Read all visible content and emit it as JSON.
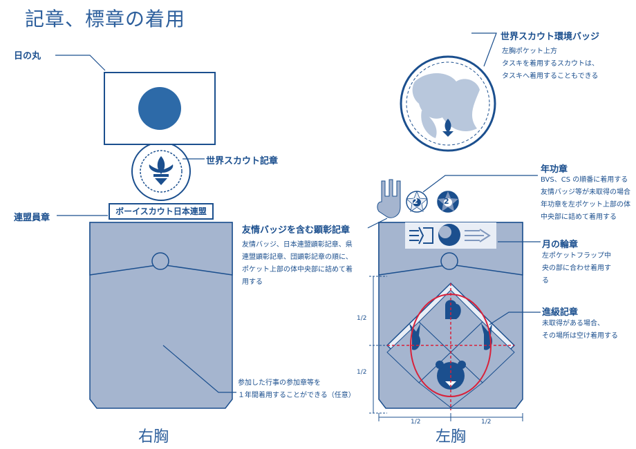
{
  "title": "記章、標章の着用",
  "labels": {
    "hinomaru": "日の丸",
    "world_scout": "世界スカウト記章",
    "federation": "連盟員章",
    "env_badge": "世界スカウト環境バッジ",
    "annual": "年功章",
    "friendship": "友情バッジを含む顕彰記章",
    "moon": "月の輪章",
    "rank": "進級記章"
  },
  "nameplate": "ボーイスカウト日本連盟",
  "descriptions": {
    "env": [
      "左胸ポケット上方",
      "タスキを着用するスカウトは、",
      "タスキへ着用することもできる"
    ],
    "annual": [
      "BVS、CS の順番に着用する",
      "友情バッジ等が未取得の場合",
      "年功章を左ポケット上部の体",
      "中央部に詰めて着用する"
    ],
    "friendship": [
      "友情バッジ、日本連盟顕彰記章、県",
      "連盟顕彰記章、団顕彰記章の順に、",
      "ポケット上部の体中央部に詰めて着",
      "用する"
    ],
    "moon": [
      "左ポケットフラップ中",
      "央の部に合わせ着用す",
      "る"
    ],
    "rank": [
      "未取得がある場合、",
      "その場所は空け着用する"
    ],
    "participation": [
      "参加した行事の参加章等を",
      "１年間着用することができる（任意）"
    ]
  },
  "chest": {
    "right": "右胸",
    "left": "左胸"
  },
  "fractions": {
    "v_top": "1/2",
    "v_bottom": "1/2",
    "h_left": "1/2",
    "h_right": "1/2"
  },
  "star_number": "2",
  "colors": {
    "line": "#1b4f8e",
    "pocket": "#a5b5cf",
    "accent": "#2d6aa8",
    "red": "#d8213a"
  }
}
